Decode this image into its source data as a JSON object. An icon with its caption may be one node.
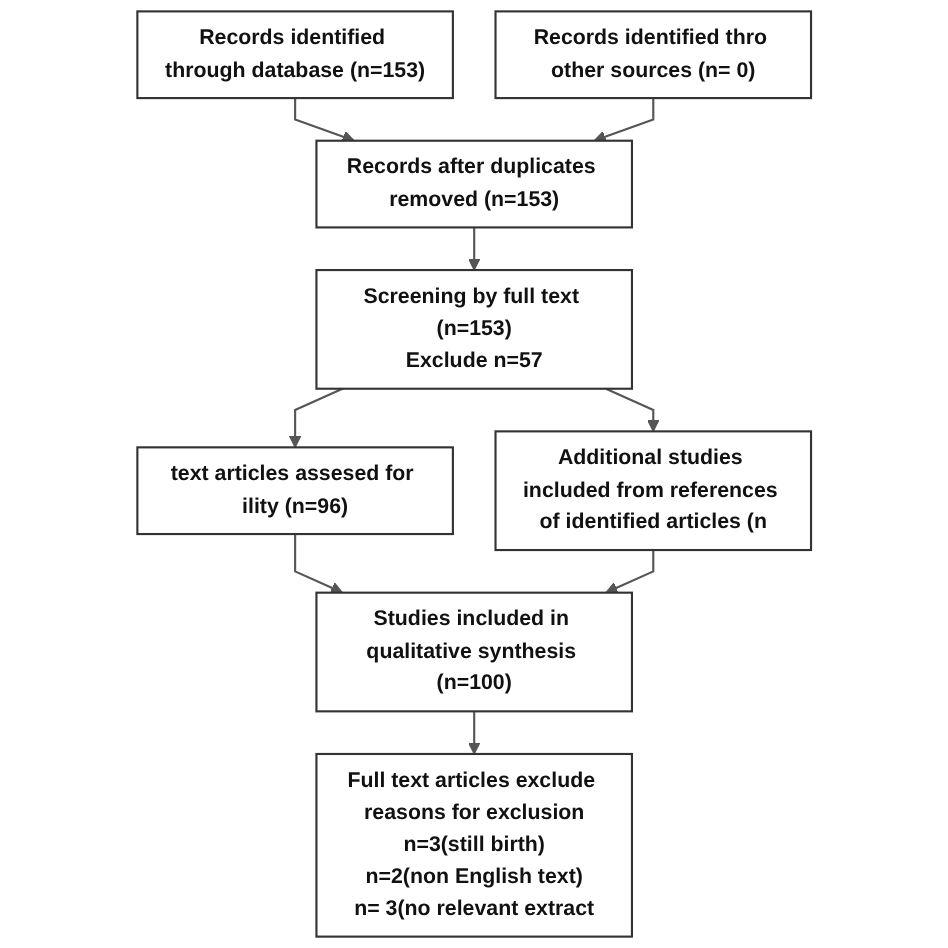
{
  "diagram": {
    "nodes": [
      {
        "text": [
          "Records identified through database (n=153)"
        ]
      },
      {
        "text": [
          "Records identified thro other sources (n= 0)"
        ]
      },
      {
        "text": [
          "Records after duplicates removed (n=153)"
        ]
      },
      {
        "text": [
          "Screening by full text (n=153)",
          "Exclude n=57"
        ]
      },
      {
        "text": [
          "text articles assesed for ility (n=96)"
        ]
      },
      {
        "text": [
          "Additional studies included from references of identified articles (n"
        ]
      },
      {
        "text": [
          "Studies included in qualitative synthesis (n=100)"
        ]
      },
      {
        "text": [
          "Full text articles exclude reasons for exclusion",
          "n=3(still birth)",
          "n=2(non English text)",
          "n= 3(no relevant extract"
        ]
      }
    ],
    "edges": [
      {
        "from": 0,
        "to": 2,
        "arrow": "to"
      },
      {
        "from": 1,
        "to": 2,
        "arrow": "to"
      },
      {
        "from": 2,
        "to": 3,
        "arrow": "to"
      },
      {
        "from": 3,
        "to": 4,
        "arrow": "to"
      },
      {
        "from": 3,
        "to": 5,
        "arrow": "to"
      },
      {
        "from": 4,
        "to": 6,
        "arrow": "to"
      },
      {
        "from": 5,
        "to": 6,
        "arrow": "to"
      },
      {
        "from": 6,
        "to": 7,
        "arrow": "to"
      }
    ]
  }
}
